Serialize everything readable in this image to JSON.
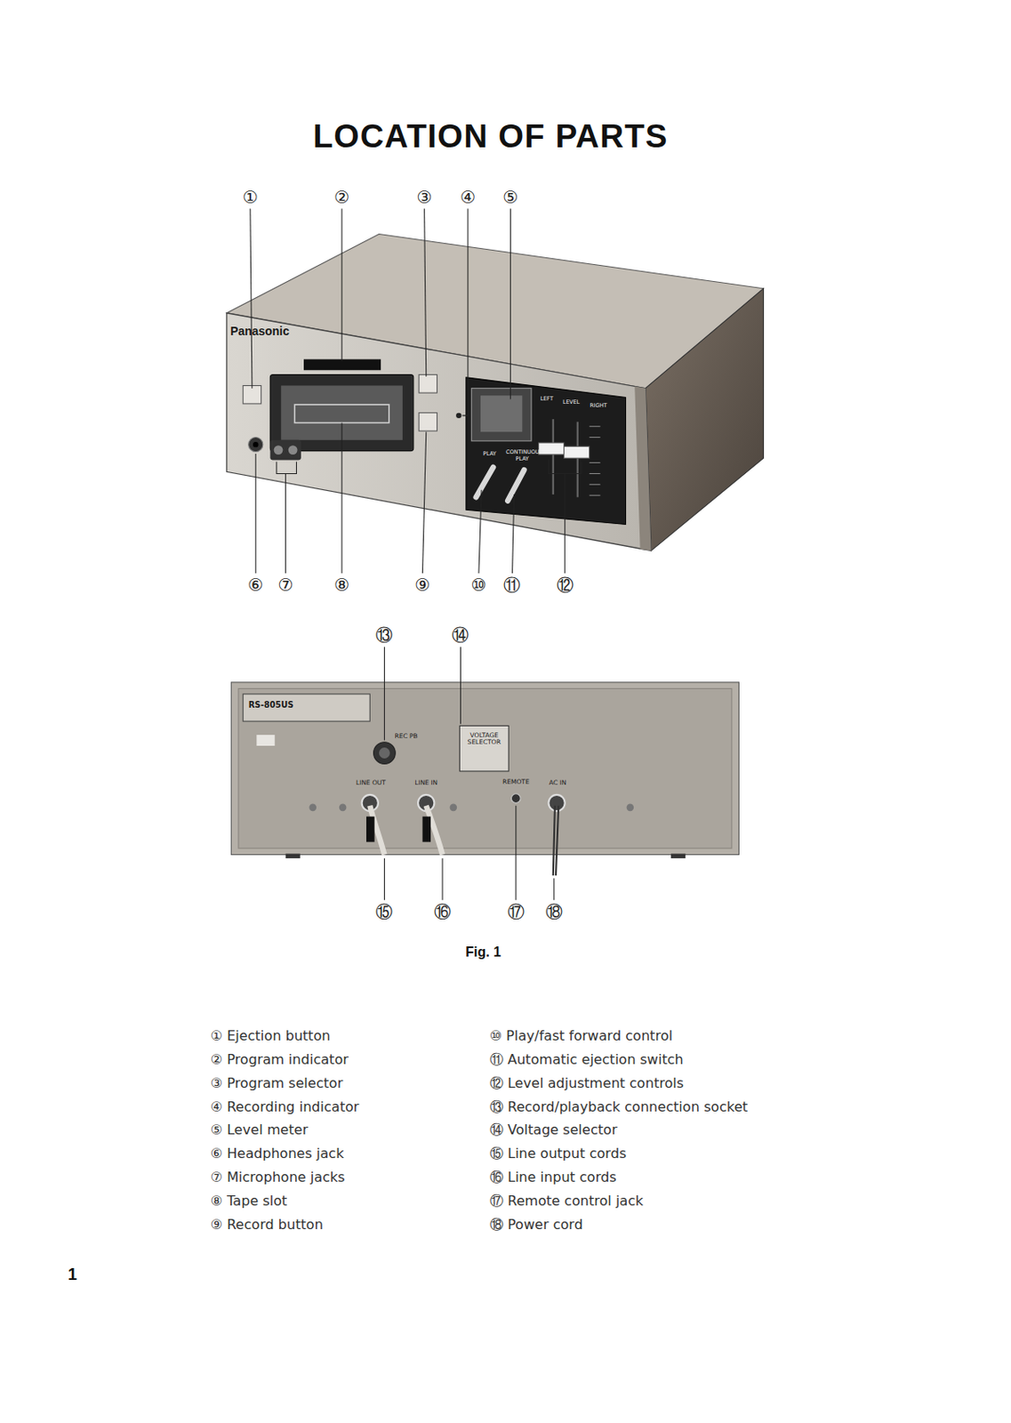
{
  "diagram": {
    "title": "LOCATION OF PARTS",
    "caption": "Fig. 1",
    "labels": [
      "①",
      "②",
      "③",
      "④",
      "⑤",
      "⑥",
      "⑦",
      "⑧",
      "⑨",
      "⑩",
      "⑪",
      "⑫",
      "⑬",
      "⑭",
      "⑮",
      "⑯",
      "⑰",
      "⑱",
      "Panasonic",
      "LEFT",
      "LEVEL",
      "RIGHT",
      "PLAY",
      "CONTINUOUS PLAY",
      "RS-805US",
      "REC PB",
      "VOLTAGE SELECTOR",
      "LINE OUT",
      "LINE IN",
      "REMOTE",
      "AC IN",
      "① Ejection button",
      "② Program indicator",
      "③ Program selector",
      "④ Recording indicator",
      "⑤ Level meter",
      "⑥ Headphones jack",
      "⑦ Microphone jacks",
      "⑧ Tape slot",
      "⑨ Record button",
      "⑩ Play/fast forward control",
      "⑪ Automatic ejection switch",
      "⑫ Level adjustment controls",
      "⑬ Record/playback connection socket",
      "⑭ Voltage selector",
      "⑮ Line output cords",
      "⑯ Line input cords",
      "⑰ Remote control jack",
      "⑱ Power cord",
      "1"
    ]
  }
}
